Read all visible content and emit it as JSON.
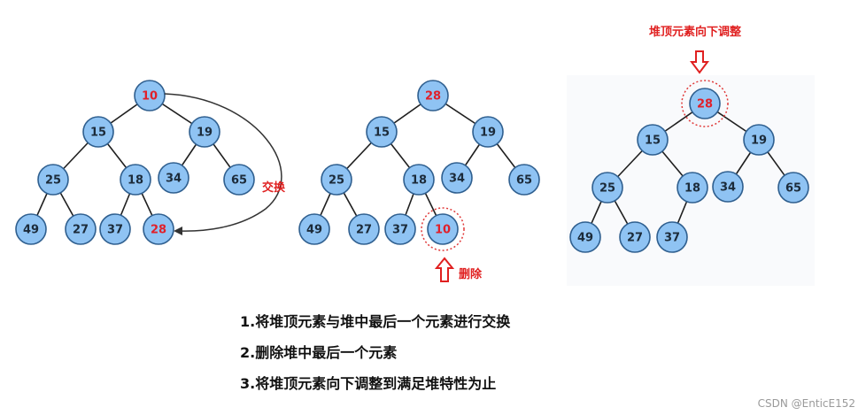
{
  "top_caption": "堆顶元素向下调整",
  "swap_label": "交换",
  "delete_label": "删除",
  "steps": [
    "1.将堆顶元素与堆中最后一个元素进行交换",
    "2.删除堆中最后一个元素",
    "3.将堆顶元素向下调整到满足堆特性为止"
  ],
  "watermark": "CSDN @EnticE152",
  "colors": {
    "node_fill": "#8fc3f3",
    "node_stroke": "#2f5f8f",
    "highlight": "#e0202a",
    "edge": "#1f1f1f"
  },
  "trees": [
    {
      "nodes": [
        "10",
        "15",
        "19",
        "25",
        "18",
        "34",
        "65",
        "49",
        "27",
        "37",
        "28"
      ],
      "red": [
        0,
        10
      ],
      "ring": []
    },
    {
      "nodes": [
        "28",
        "15",
        "19",
        "25",
        "18",
        "34",
        "65",
        "49",
        "27",
        "37",
        "10"
      ],
      "red": [
        0,
        10
      ],
      "ring": [
        10
      ]
    },
    {
      "nodes": [
        "28",
        "15",
        "19",
        "25",
        "18",
        "34",
        "65",
        "49",
        "27",
        "37"
      ],
      "red": [
        0
      ],
      "ring": [
        0
      ]
    }
  ]
}
